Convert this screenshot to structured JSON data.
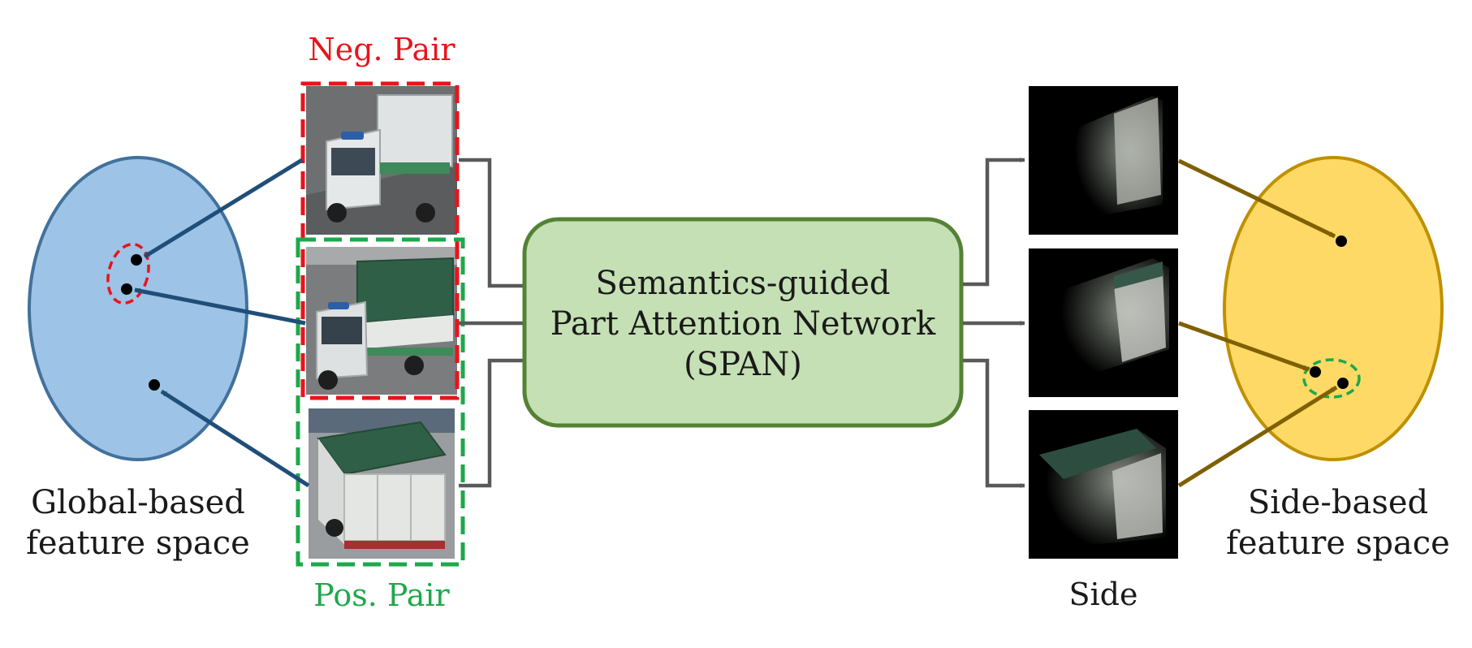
{
  "labels": {
    "neg_pair": "Neg. Pair",
    "pos_pair": "Pos. Pair",
    "span_line1": "Semantics-guided",
    "span_line2": "Part Attention Network",
    "span_line3": "(SPAN)",
    "global_line1": "Global-based",
    "global_line2": "feature space",
    "side_line1": "Side-based",
    "side_line2": "feature space",
    "side_caption": "Side"
  },
  "colors": {
    "neg_pair": "#e8141c",
    "pos_pair": "#1ea84a",
    "global_fill": "#9dc3e6",
    "global_stroke": "#41719c",
    "side_fill": "#ffd966",
    "side_stroke": "#bf9000",
    "span_fill": "#c5e0b4",
    "span_stroke": "#548235",
    "blue_arrow": "#1f4e79",
    "gold_arrow": "#7f6000",
    "connector": "#595959"
  },
  "icons": {
    "truck_photos": "truck-photo",
    "side_attention_maps": "side-attention-map"
  }
}
